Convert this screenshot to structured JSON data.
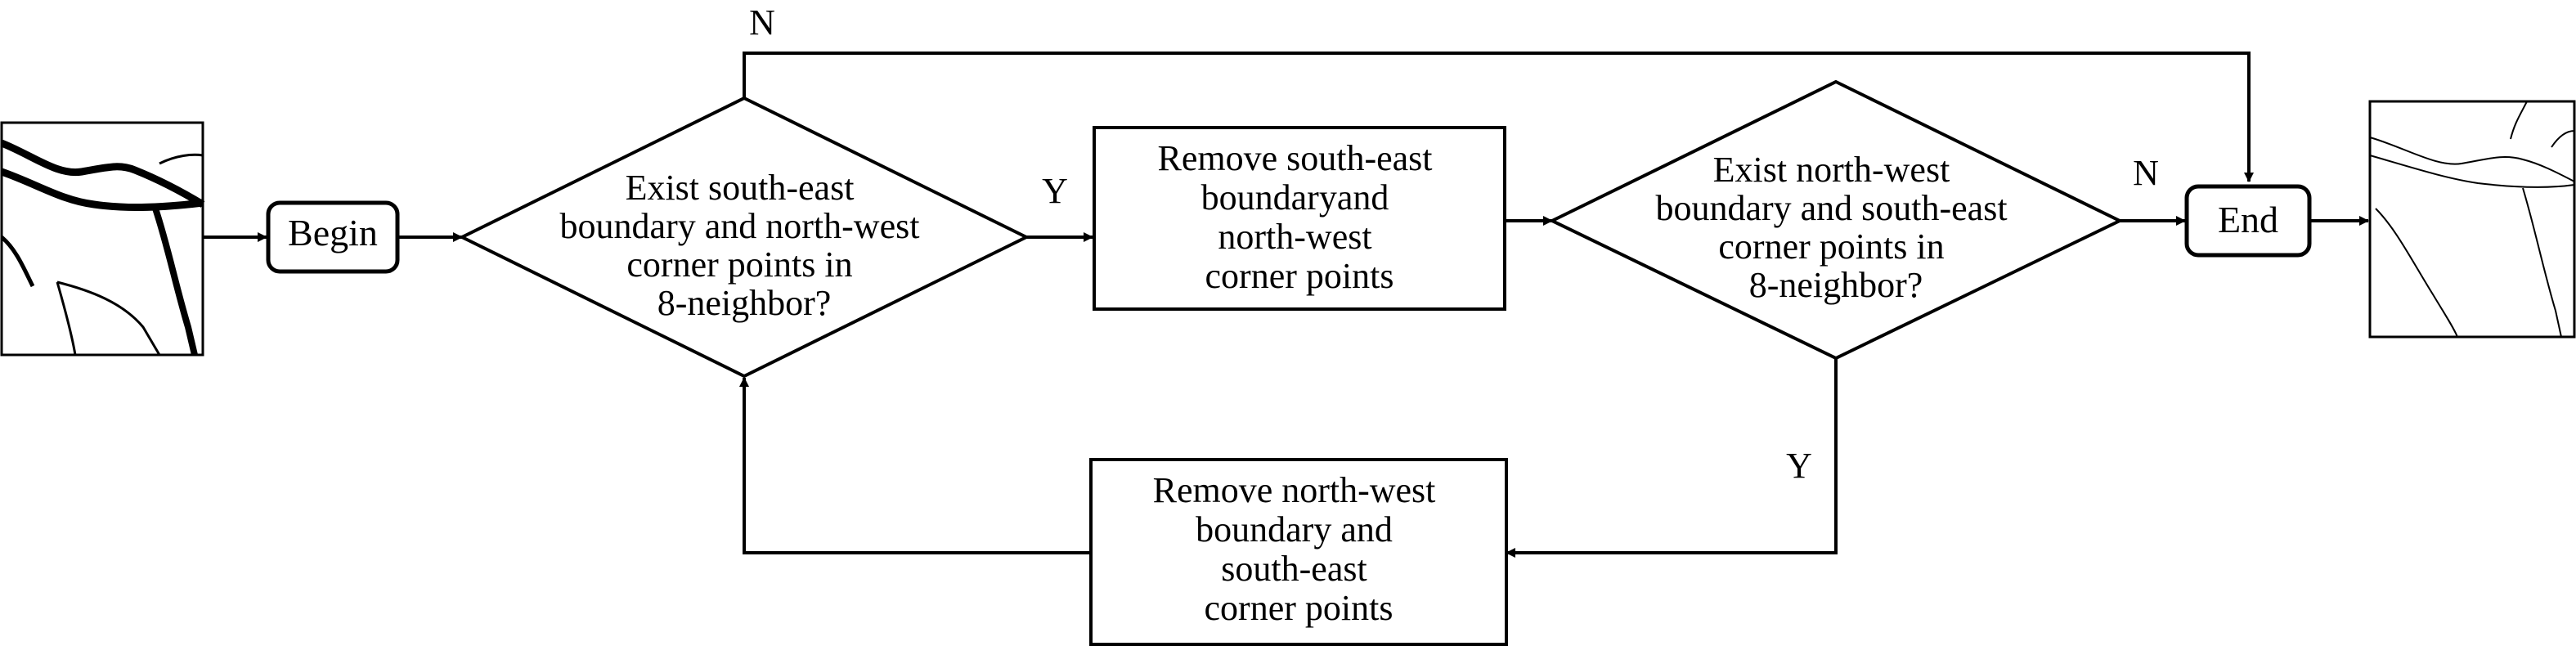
{
  "nodes": {
    "begin": "Begin",
    "end": "End",
    "decision1": [
      "Exist south-east",
      "boundary and north-west",
      "corner points in",
      "8-neighbor?"
    ],
    "process1": [
      "Remove south-east",
      "boundaryand",
      "north-west",
      "corner points"
    ],
    "decision2": [
      "Exist north-west",
      "boundary and south-east",
      "corner points in",
      "8-neighbor?"
    ],
    "process2": [
      "Remove north-west",
      "boundary and",
      "south-east",
      "corner points"
    ]
  },
  "edges": {
    "d1_yes": "Y",
    "d1_no": "N",
    "d2_yes": "Y",
    "d2_no": "N"
  },
  "images": {
    "input": "thick-crack-image",
    "output": "thinned-skeleton-image"
  }
}
